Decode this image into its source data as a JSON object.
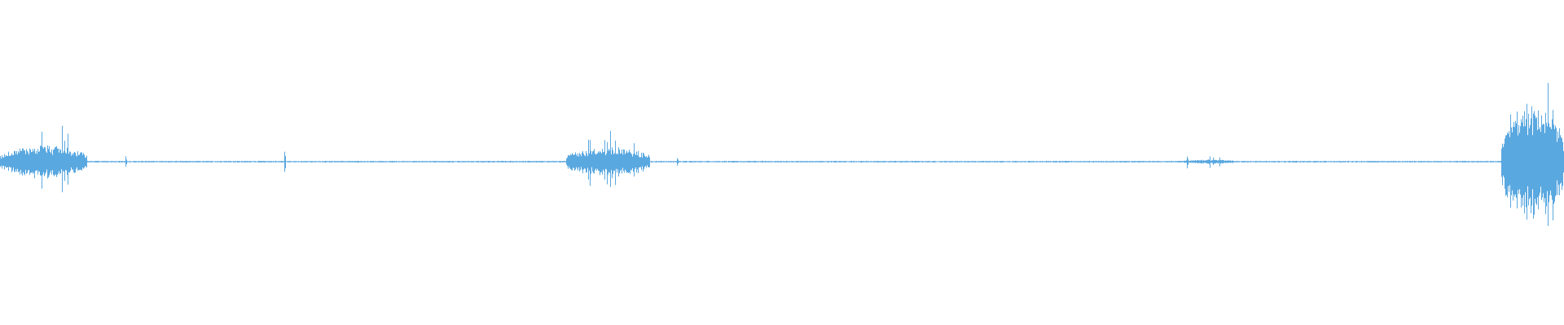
{
  "waveform": {
    "color": "#5aa8e0",
    "baseline_color": "#5aa8e0",
    "background": "#ffffff",
    "bursts": [
      {
        "name": "burst-1",
        "start": 0.0,
        "end": 0.055,
        "peak": 0.52,
        "body": 0.16
      },
      {
        "name": "burst-2",
        "start": 0.362,
        "end": 0.415,
        "peak": 0.3,
        "body": 0.14
      },
      {
        "name": "burst-3",
        "start": 0.755,
        "end": 0.79,
        "peak": 0.06,
        "body": 0.02
      },
      {
        "name": "burst-4",
        "start": 0.96,
        "end": 1.0,
        "peak": 1.0,
        "body": 0.55
      }
    ],
    "spikes": [
      {
        "name": "spike-1",
        "pos": 0.08,
        "amp": 0.05
      },
      {
        "name": "spike-2",
        "pos": 0.182,
        "amp": 0.12
      },
      {
        "name": "spike-3",
        "pos": 0.433,
        "amp": 0.04
      },
      {
        "name": "spike-4",
        "pos": 0.759,
        "amp": 0.06
      },
      {
        "name": "spike-5",
        "pos": 0.776,
        "amp": 0.04
      }
    ]
  }
}
